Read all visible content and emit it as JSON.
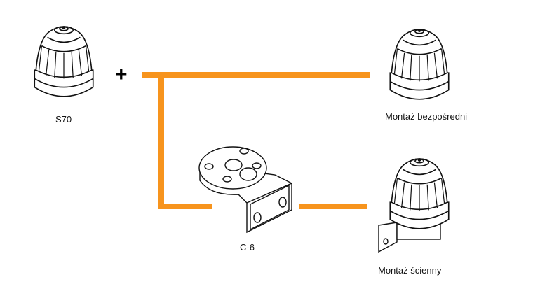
{
  "colors": {
    "connector": "#F7941D",
    "outline": "#111111"
  },
  "items": {
    "beacon": {
      "label": "S70"
    },
    "plus": "+",
    "bracket": {
      "label": "C-6"
    },
    "direct_mount": {
      "label": "Montaż bezpośredni"
    },
    "wall_mount": {
      "label": "Montaż ścienny"
    }
  }
}
